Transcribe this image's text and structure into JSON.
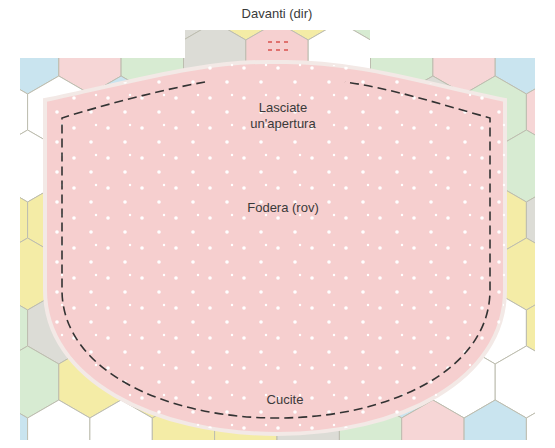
{
  "diagram": {
    "labels": [
      "Davanti (dir)",
      "Lasciate un'apertura",
      "Fodera (rov)",
      "Cucite"
    ]
  }
}
